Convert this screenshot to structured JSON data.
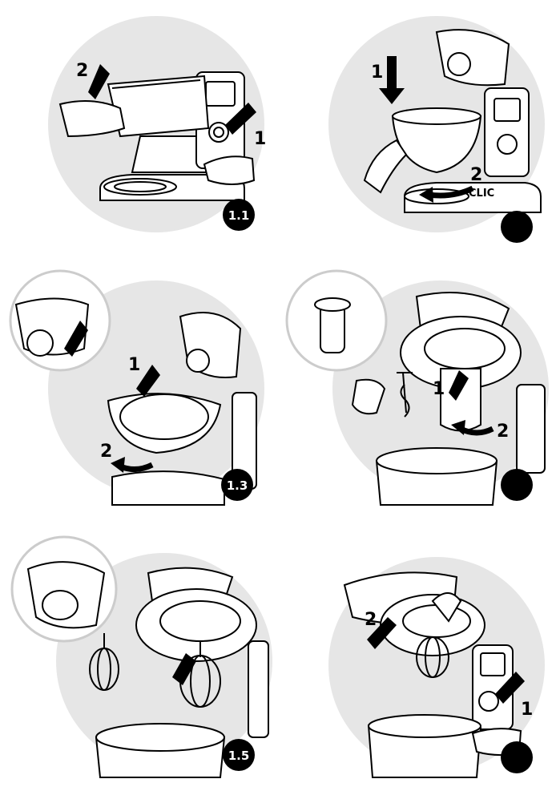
{
  "panels": [
    {
      "id": "step-1-1",
      "badge": "1.1",
      "labels": [
        "1",
        "2"
      ]
    },
    {
      "id": "step-1-2",
      "badge": "",
      "labels": [
        "1",
        "2"
      ],
      "sound": "CLIC"
    },
    {
      "id": "step-1-3",
      "badge": "1.3",
      "labels": [
        "1",
        "2"
      ]
    },
    {
      "id": "step-1-4",
      "badge": "",
      "labels": [
        "1",
        "2"
      ]
    },
    {
      "id": "step-1-5",
      "badge": "1.5",
      "labels": []
    },
    {
      "id": "step-1-6",
      "badge": "",
      "labels": [
        "2",
        "1"
      ]
    }
  ],
  "colors": {
    "ink": "#000000",
    "disc": "#e6e6e6",
    "paper": "#ffffff"
  }
}
